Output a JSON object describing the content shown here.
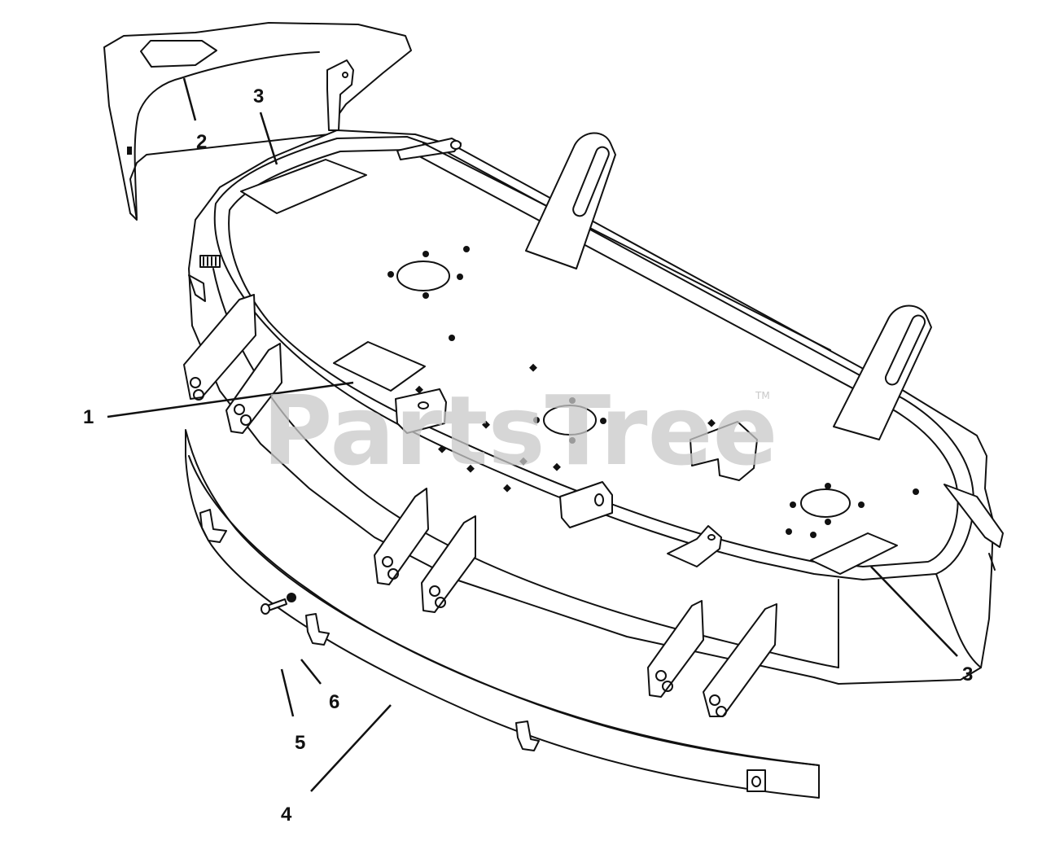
{
  "watermark": {
    "text": "PartsTree",
    "trademark": "TM"
  },
  "callouts": [
    {
      "id": "c1",
      "label": "1"
    },
    {
      "id": "c2",
      "label": "2"
    },
    {
      "id": "c3a",
      "label": "3"
    },
    {
      "id": "c3b",
      "label": "3"
    },
    {
      "id": "c4",
      "label": "4"
    },
    {
      "id": "c5",
      "label": "5"
    },
    {
      "id": "c6",
      "label": "6"
    }
  ],
  "colors": {
    "line": "#111111",
    "watermark": "#c9c9c9",
    "background": "#ffffff"
  }
}
